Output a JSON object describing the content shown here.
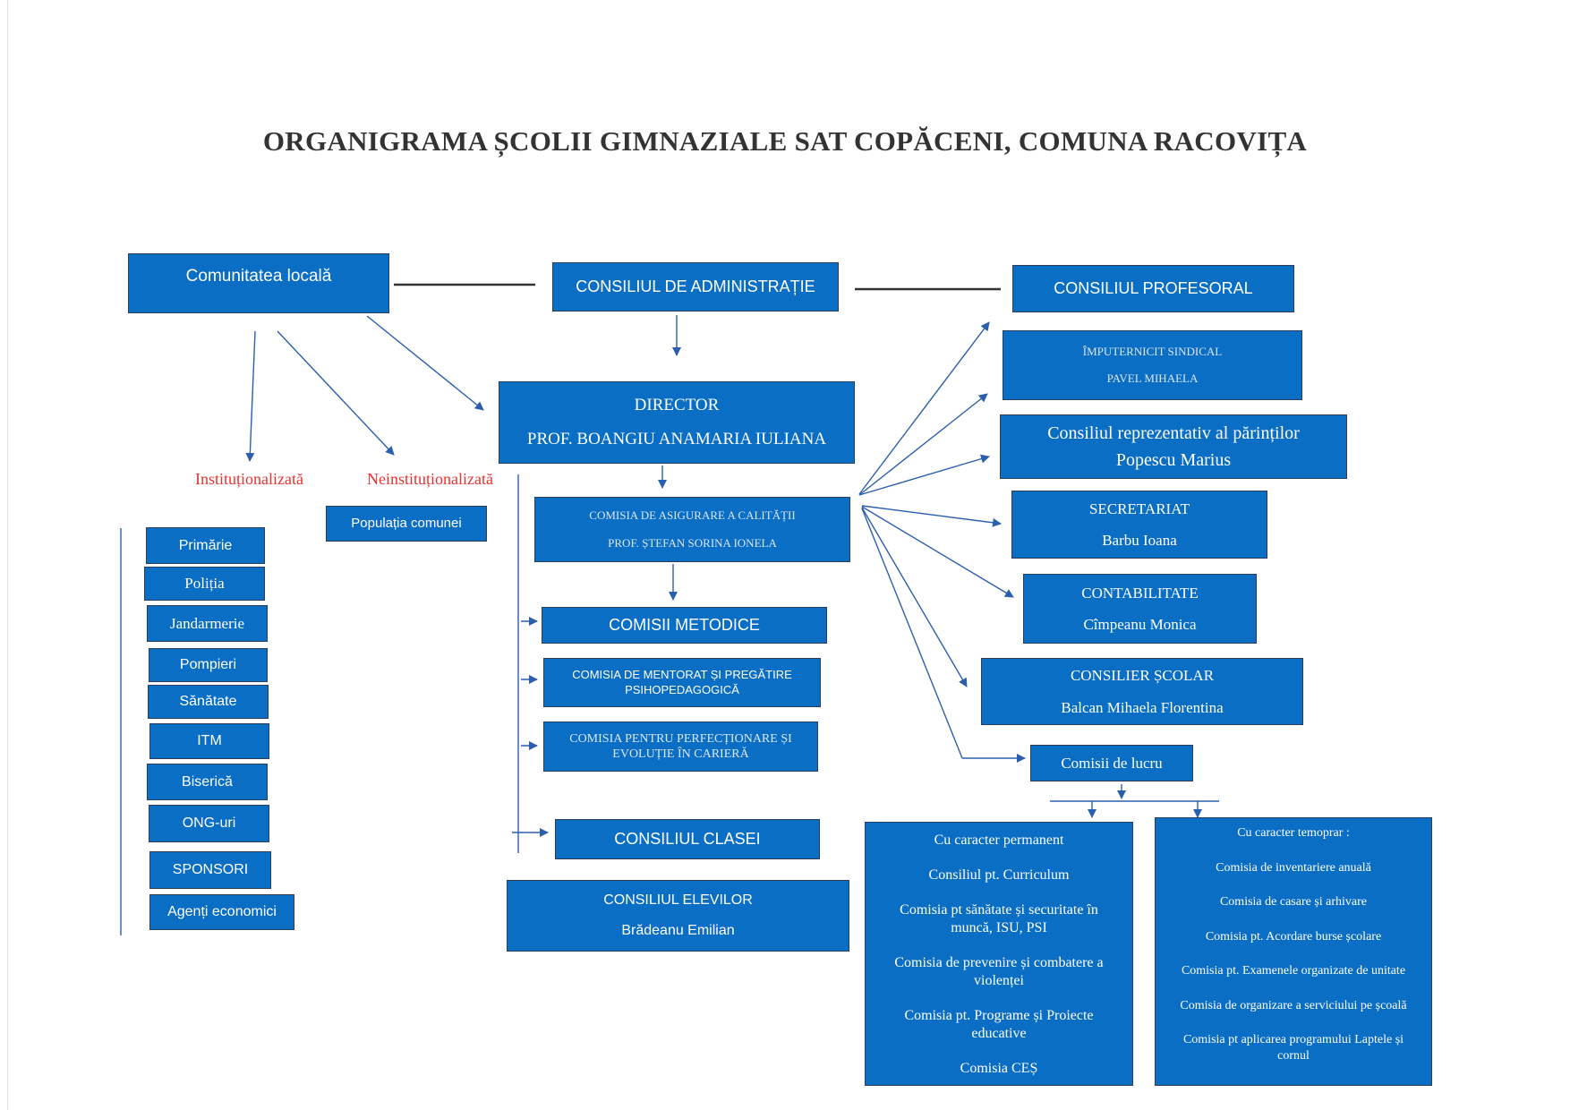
{
  "title": "ORGANIGRAMA ȘCOLII GIMNAZIALE SAT COPĂCENI, COMUNA RACOVIȚA",
  "colors": {
    "box_fill": "#0a6ec4",
    "box_border": "#2e3e58",
    "arrow": "#2b5fae",
    "label_red": "#e8322e",
    "title": "#333333"
  },
  "community": {
    "label": "Comunitatea locală",
    "institutionalizata": "Instituționalizată",
    "neinstitutionalizata": "Neinstituționalizată",
    "populatia": "Populația comunei",
    "institutions": [
      "Primărie",
      "Poliția",
      "Jandarmerie",
      "Pompieri",
      "Sănătate",
      "ITM",
      "Biserică",
      "ONG-uri",
      "SPONSORI",
      "Agenți economici"
    ]
  },
  "consiliul_administratie": "CONSILIUL DE ADMINISTRAȚIE",
  "consiliul_profesoral": "CONSILIUL PROFESORAL",
  "director": {
    "title": "DIRECTOR",
    "name": "PROF. BOANGIU ANAMARIA IULIANA"
  },
  "comisia_calitate": {
    "title": "COMISIA DE ASIGURARE A CALITĂȚII",
    "name": "PROF. ȘTEFAN SORINA IONELA"
  },
  "comisii_metodice": "COMISII METODICE",
  "comisia_mentorat": "COMISIA DE MENTORAT ȘI PREGĂTIRE PSIHOPEDAGOGICĂ",
  "comisia_perfectionare": "COMISIA PENTRU PERFECȚIONARE ȘI EVOLUȚIE ÎN CARIERĂ",
  "consiliul_clasei": "CONSILIUL CLASEI",
  "consiliul_elevilor": {
    "title": "CONSILIUL ELEVILOR",
    "name": "Brădeanu Emilian"
  },
  "imputernicit": {
    "title": "ÎMPUTERNICIT SINDICAL",
    "name": "PAVEL MIHAELA"
  },
  "consiliul_parinti": {
    "title": "Consiliul reprezentativ al părinților",
    "name": "Popescu Marius"
  },
  "secretariat": {
    "title": "SECRETARIAT",
    "name": "Barbu Ioana"
  },
  "contabilitate": {
    "title": "CONTABILITATE",
    "name": "Cîmpeanu Monica"
  },
  "consilier": {
    "title": "CONSILIER ȘCOLAR",
    "name": "Balcan Mihaela Florentina"
  },
  "comisii_lucru": "Comisii de lucru",
  "permanent": {
    "heading": "Cu caracter permanent",
    "items": [
      "Consiliul pt. Curriculum",
      "Comisia pt sănătate și securitate în muncă, ISU, PSI",
      "Comisia de prevenire și combatere a violenței",
      "Comisia pt. Programe și Proiecte educative",
      "Comisia CEȘ"
    ]
  },
  "temporar": {
    "heading": "Cu caracter temoprar :",
    "items": [
      "Comisia de inventariere anuală",
      "Comisia de casare și arhivare",
      "Comisia pt. Acordare burse școlare",
      "Comisia pt. Examenele organizate de unitate",
      "Comisia de organizare a serviciului pe școală",
      "Comisia pt aplicarea programului Laptele și cornul"
    ]
  }
}
